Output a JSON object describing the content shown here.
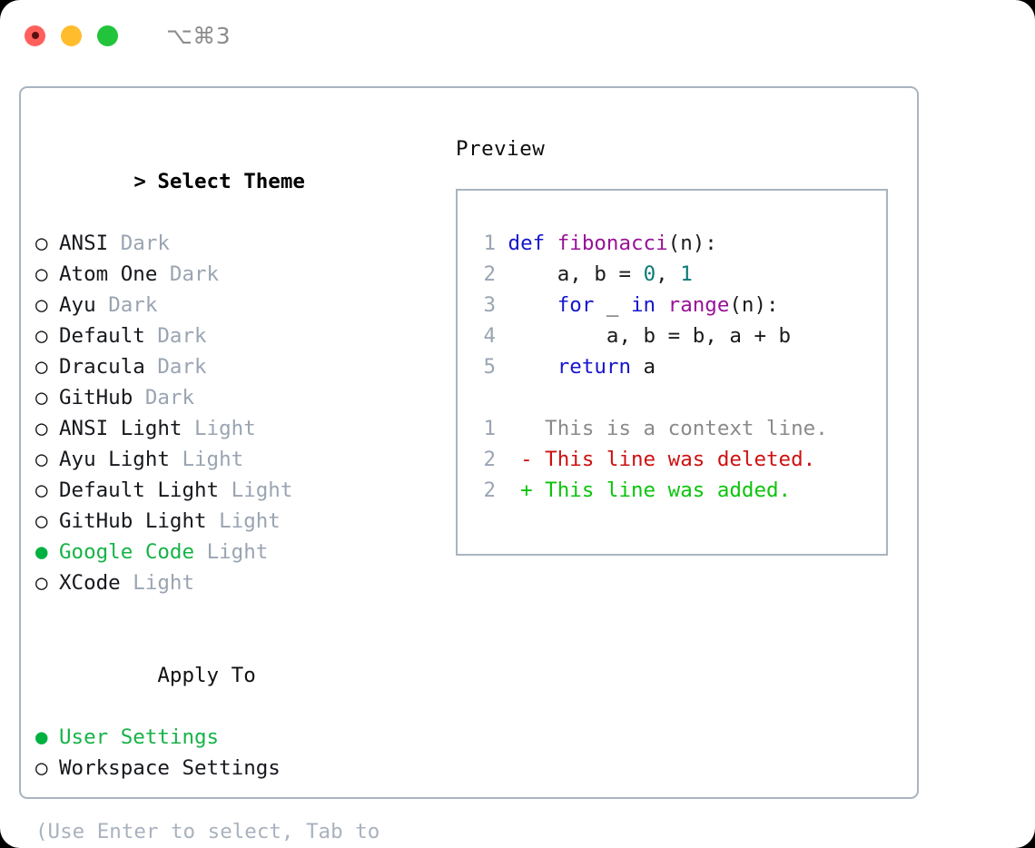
{
  "window": {
    "title": "⌥⌘3",
    "controls": [
      {
        "name": "close",
        "color": "#FF605C"
      },
      {
        "name": "minimize",
        "color": "#FFBD2E"
      },
      {
        "name": "zoom",
        "color": "#22C43C"
      }
    ]
  },
  "colors": {
    "panel_border": "#A9B4C2",
    "accent_green": "#16B347",
    "muted": "#9AA4B2",
    "hint": "#A9B2BE",
    "keyword": "#1616CC",
    "function": "#981298",
    "number": "#0B7A77",
    "line_number": "#9AA5B3",
    "diff_context": "#8A8A8A",
    "diff_deleted": "#CC1111",
    "diff_added": "#0CC40C"
  },
  "theme_picker": {
    "heading_marker": ">",
    "heading": "Select Theme",
    "marker_unselected": "○",
    "marker_selected": "●",
    "items": [
      {
        "name": "ANSI",
        "variant": "Dark",
        "selected": false
      },
      {
        "name": "Atom One",
        "variant": "Dark",
        "selected": false
      },
      {
        "name": "Ayu",
        "variant": "Dark",
        "selected": false
      },
      {
        "name": "Default",
        "variant": "Dark",
        "selected": false
      },
      {
        "name": "Dracula",
        "variant": "Dark",
        "selected": false
      },
      {
        "name": "GitHub",
        "variant": "Dark",
        "selected": false
      },
      {
        "name": "ANSI Light",
        "variant": "Light",
        "selected": false
      },
      {
        "name": "Ayu Light",
        "variant": "Light",
        "selected": false
      },
      {
        "name": "Default Light",
        "variant": "Light",
        "selected": false
      },
      {
        "name": "GitHub Light",
        "variant": "Light",
        "selected": false
      },
      {
        "name": "Google Code",
        "variant": "Light",
        "selected": true
      },
      {
        "name": "XCode",
        "variant": "Light",
        "selected": false
      }
    ]
  },
  "apply_to": {
    "heading": "Apply To",
    "items": [
      {
        "name": "User Settings",
        "selected": true
      },
      {
        "name": "Workspace Settings",
        "selected": false
      }
    ]
  },
  "hint": "(Use Enter to select, Tab to change focus)",
  "preview": {
    "label": "Preview",
    "code_lines": [
      {
        "number": "1",
        "tokens": [
          {
            "text": "def ",
            "kind": "kw"
          },
          {
            "text": "fibonacci",
            "kind": "fn"
          },
          {
            "text": "(n):",
            "kind": "pn"
          }
        ]
      },
      {
        "number": "2",
        "tokens": [
          {
            "text": "    a, b = ",
            "kind": "pn"
          },
          {
            "text": "0",
            "kind": "num"
          },
          {
            "text": ", ",
            "kind": "pn"
          },
          {
            "text": "1",
            "kind": "num"
          }
        ]
      },
      {
        "number": "3",
        "tokens": [
          {
            "text": "    ",
            "kind": "pn"
          },
          {
            "text": "for",
            "kind": "kw"
          },
          {
            "text": " _ ",
            "kind": "pn"
          },
          {
            "text": "in",
            "kind": "kw"
          },
          {
            "text": " ",
            "kind": "pn"
          },
          {
            "text": "range",
            "kind": "fn"
          },
          {
            "text": "(n):",
            "kind": "pn"
          }
        ]
      },
      {
        "number": "4",
        "tokens": [
          {
            "text": "        a, b = b, a + b",
            "kind": "pn"
          }
        ]
      },
      {
        "number": "5",
        "tokens": [
          {
            "text": "    ",
            "kind": "pn"
          },
          {
            "text": "return",
            "kind": "kw"
          },
          {
            "text": " a",
            "kind": "pn"
          }
        ]
      }
    ],
    "diff_lines": [
      {
        "number": "1",
        "prefix": " ",
        "text": "This is a context line.",
        "kind": "ctx"
      },
      {
        "number": "2",
        "prefix": "-",
        "text": "This line was deleted.",
        "kind": "del"
      },
      {
        "number": "2",
        "prefix": "+",
        "text": "This line was added.",
        "kind": "add"
      }
    ]
  }
}
